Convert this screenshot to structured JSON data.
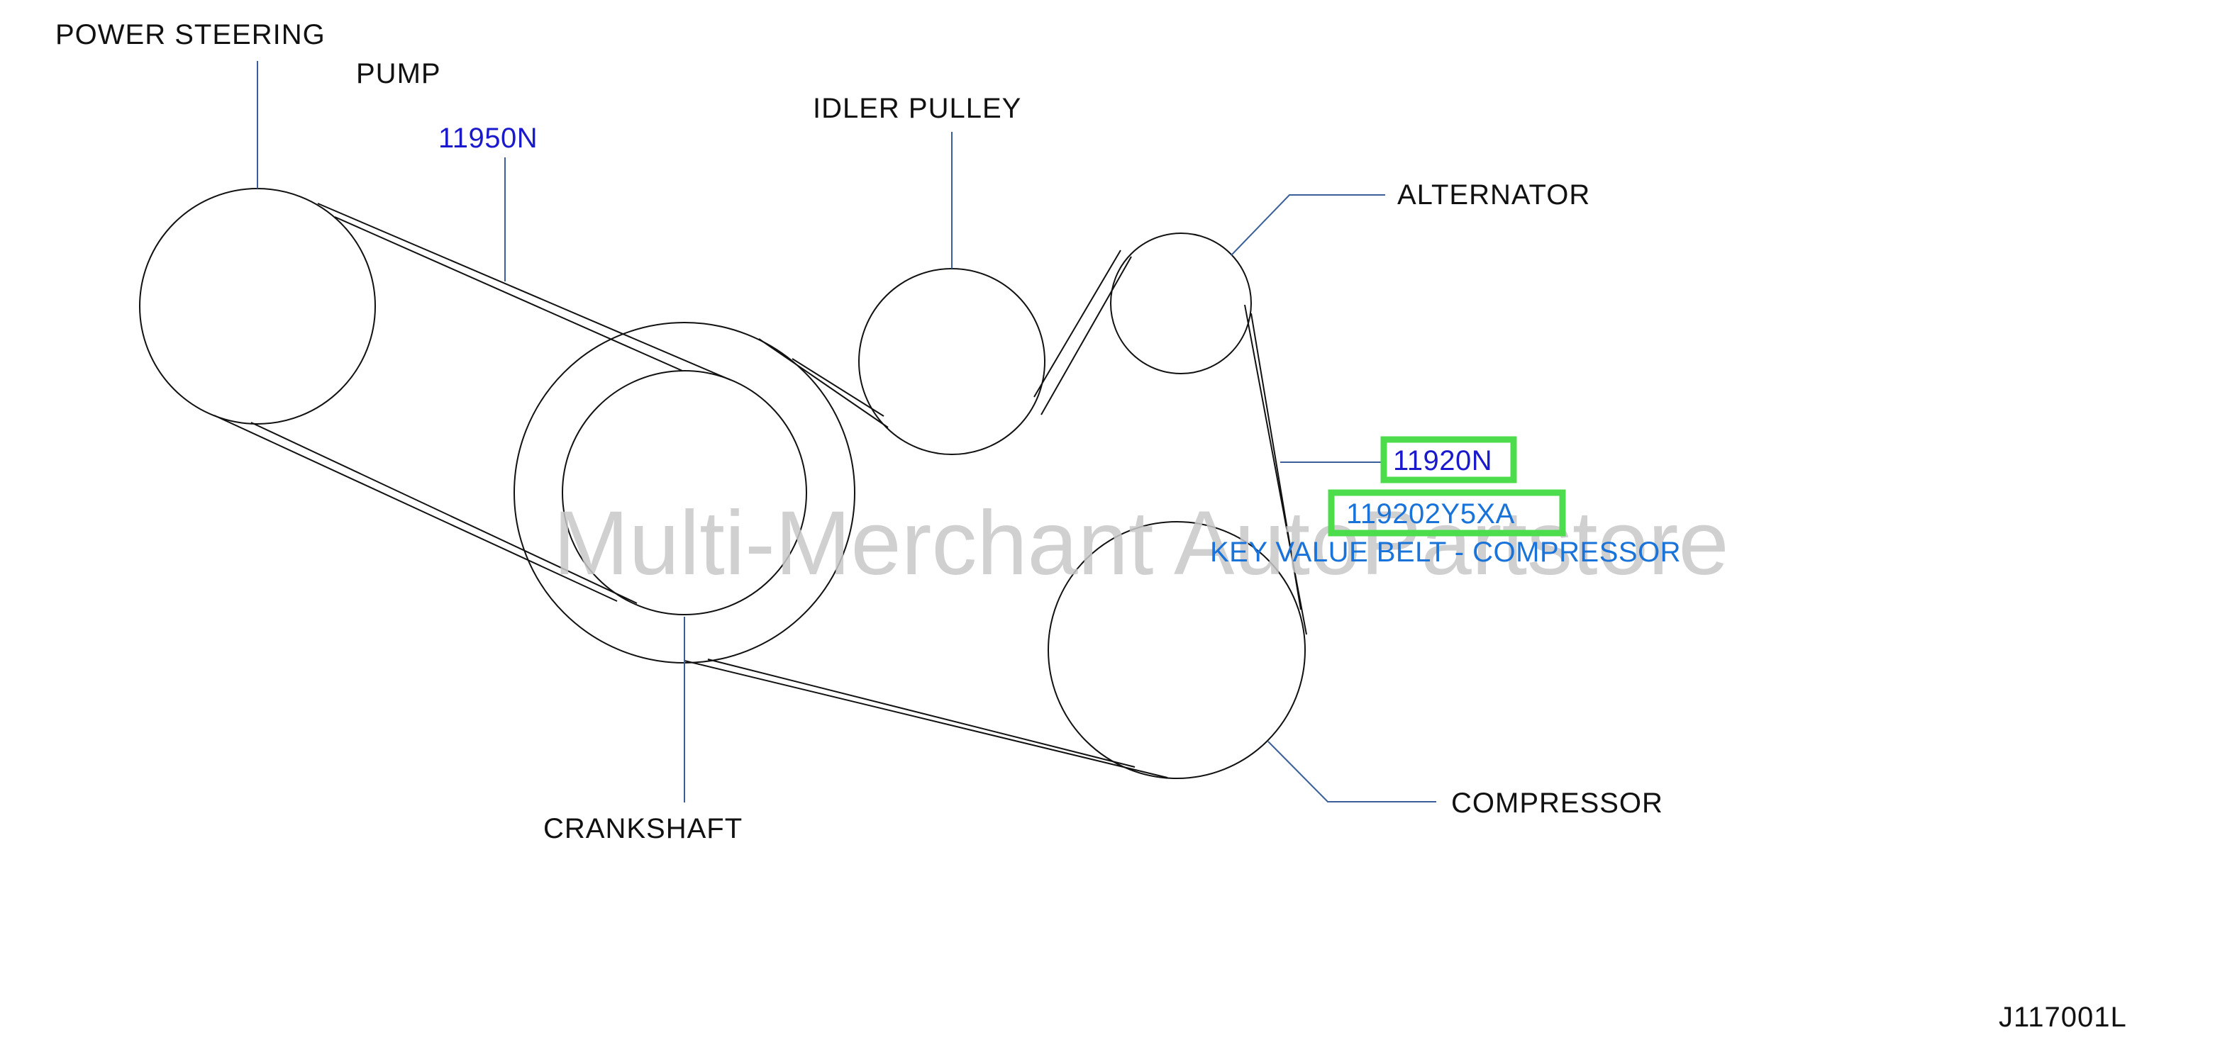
{
  "labels": {
    "power_steering_line1": "POWER  STEERING",
    "power_steering_line2": "PUMP",
    "idler_pulley": "IDLER  PULLEY",
    "alternator": "ALTERNATOR",
    "crankshaft": "CRANKSHAFT",
    "compressor": "COMPRESSOR"
  },
  "parts": {
    "power_steering_belt": "11950N",
    "compressor_belt_ref": "11920N",
    "compressor_belt_number": "119202Y5XA",
    "compressor_belt_name": "KEY VALUE BELT - COMPRESSOR"
  },
  "watermark": "Multi-Merchant AutoPartstore",
  "figure_id": "J117001L",
  "colors": {
    "line": "#111111",
    "part_ref": "#1a1acc",
    "part_highlighted": "#1a73d9",
    "leader": "#3a5f9a",
    "highlight_box": "#4cdc4c",
    "watermark": "#c8c8c8"
  }
}
